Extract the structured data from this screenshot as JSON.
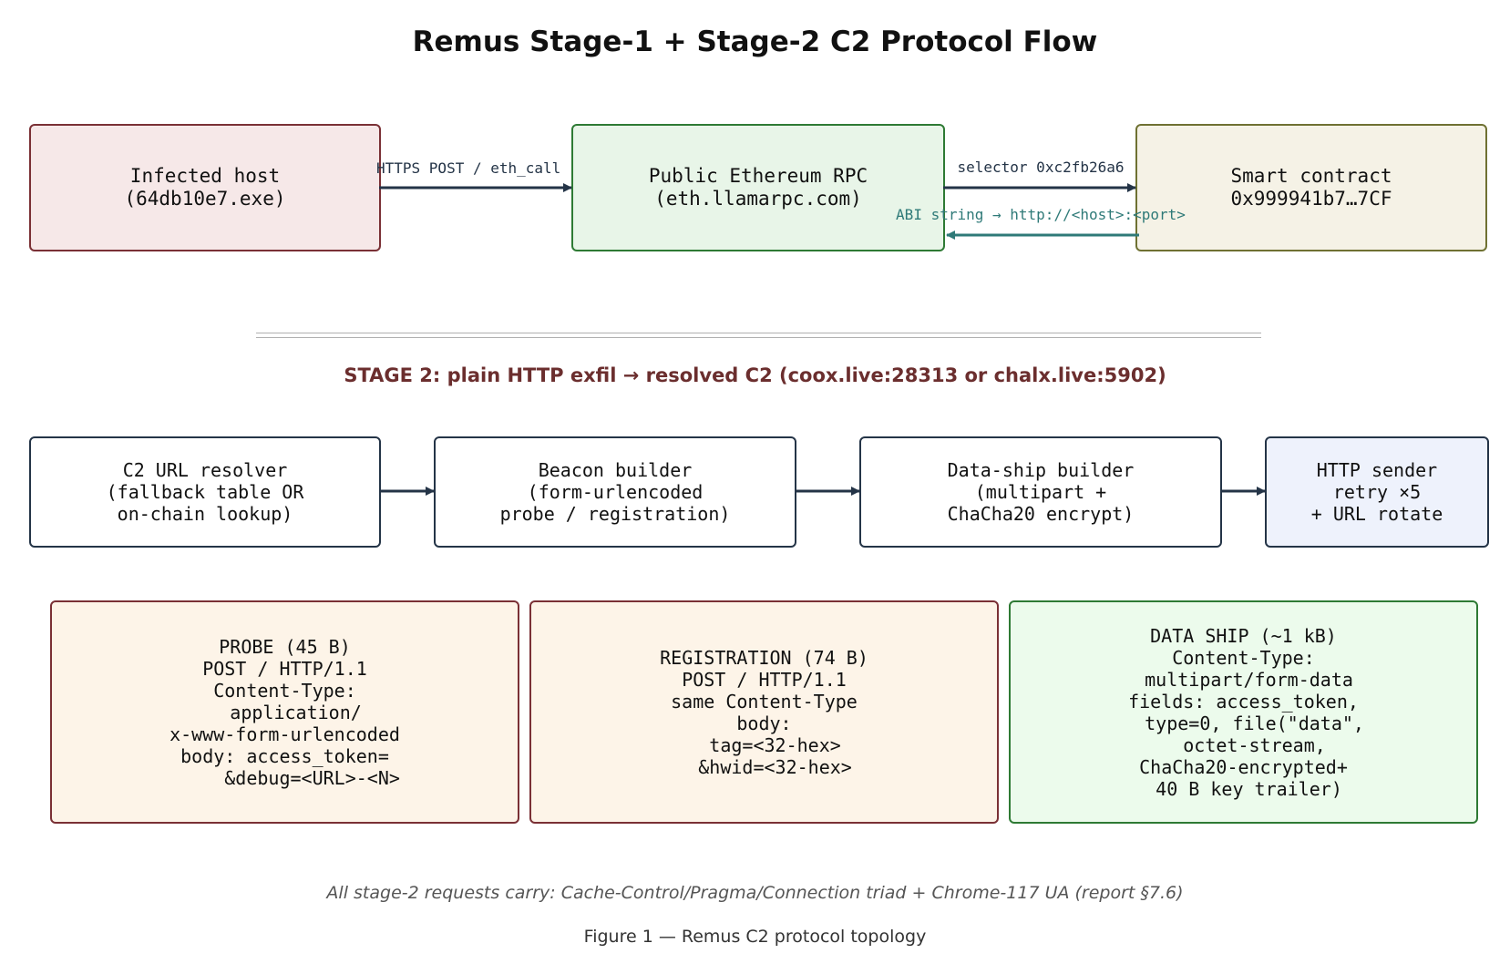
{
  "title": "Remus Stage-1 + Stage-2 C2 Protocol Flow",
  "colors": {
    "arrow_dark": "#243447",
    "arrow_teal": "#2f7a78",
    "stage2_heading": "#6b2e2e"
  },
  "stage1": {
    "nodes": [
      {
        "label": "Infected host\n(64db10e7.exe)"
      },
      {
        "label": "Public Ethereum RPC\n(eth.llamarpc.com)"
      },
      {
        "label": "Smart contract\n0x999941b7…7CF"
      }
    ],
    "edges": [
      {
        "label": "HTTPS POST /  eth_call"
      },
      {
        "label": "selector 0xc2fb26a6"
      },
      {
        "label": "ABI string → http://<host>:<port>"
      }
    ]
  },
  "stage2": {
    "heading": "STAGE 2: plain HTTP exfil → resolved C2 (coox.live:28313 or chalx.live:5902)",
    "pipeline": [
      {
        "label": "C2 URL resolver\n(fallback table OR\non-chain lookup)"
      },
      {
        "label": "Beacon builder\n(form-urlencoded\nprobe / registration)"
      },
      {
        "label": "Data-ship builder\n(multipart +\nChaCha20 encrypt)"
      },
      {
        "label": "HTTP sender\nretry ×5\n+ URL rotate"
      }
    ],
    "messages": [
      {
        "label": "PROBE (45 B)\nPOST / HTTP/1.1\nContent-Type:\n  application/\nx-www-form-urlencoded\nbody: access_token=\n     &debug=<URL>-<N>"
      },
      {
        "label": "REGISTRATION (74 B)\nPOST / HTTP/1.1\nsame Content-Type\nbody:\n  tag=<32-hex>\n  &hwid=<32-hex>"
      },
      {
        "label": "DATA SHIP (~1 kB)\nContent-Type:\n multipart/form-data\nfields: access_token,\n  type=0, file(\"data\",\n  octet-stream,\nChaCha20-encrypted+\n 40 B key trailer)"
      }
    ]
  },
  "footer_note": "All stage-2 requests carry: Cache-Control/Pragma/Connection triad + Chrome-117 UA (report §7.6)",
  "caption": "Figure 1 — Remus C2 protocol topology"
}
